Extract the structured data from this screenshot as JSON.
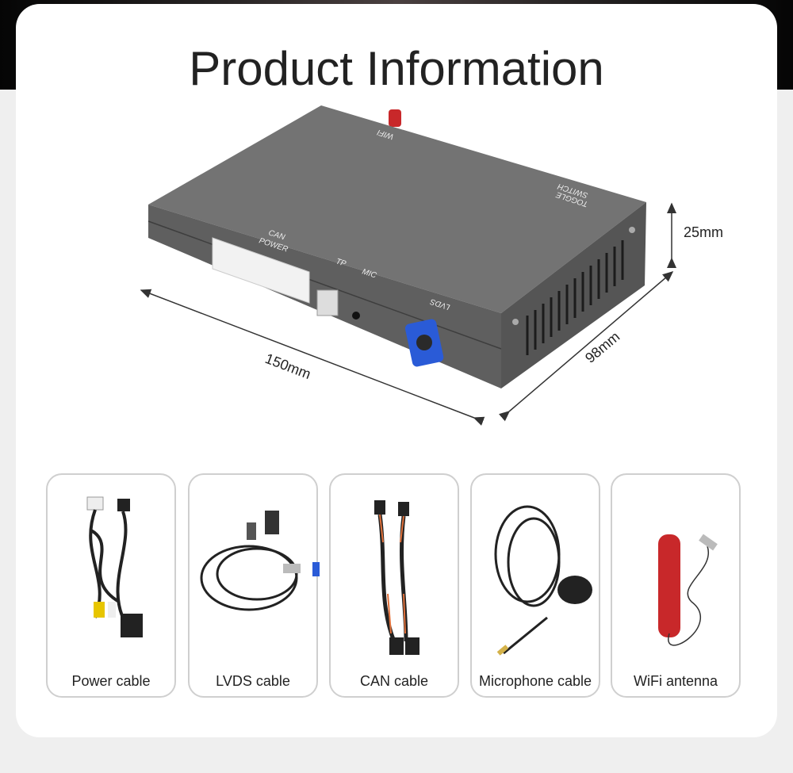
{
  "title": "Product Information",
  "device": {
    "port_labels": {
      "wifi": "WIFI",
      "can": "CAN",
      "power": "POWER",
      "tp": "TP",
      "mic": "MIC",
      "lvds": "LVDS",
      "toggle": "TOGGLE",
      "switch": "SWITCH"
    },
    "colors": {
      "body": "#6b6b6b",
      "lvds_connector": "#2a5bd7",
      "antenna": "#c8282a"
    }
  },
  "dimensions": {
    "length": "150mm",
    "width": "98mm",
    "height": "25mm"
  },
  "accessories": [
    {
      "label": "Power cable",
      "icon": "power-cable"
    },
    {
      "label": "LVDS cable",
      "icon": "lvds-cable"
    },
    {
      "label": "CAN cable",
      "icon": "can-cable"
    },
    {
      "label": "Microphone cable",
      "icon": "microphone-cable"
    },
    {
      "label": "WiFi antenna",
      "icon": "wifi-antenna"
    }
  ]
}
